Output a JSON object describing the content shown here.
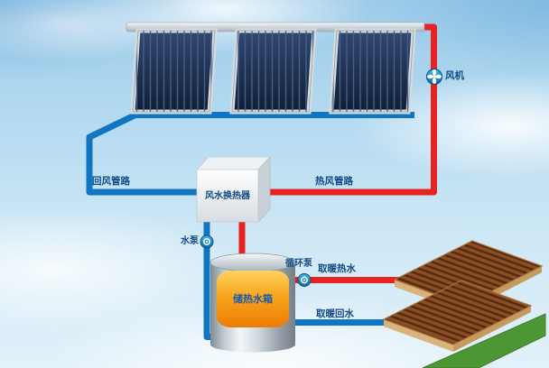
{
  "diagram": {
    "labels": {
      "fan": "风机",
      "return_air_pipe": "回风管路",
      "hot_air_pipe": "热风管路",
      "heat_exchanger": "风水换热器",
      "water_pump": "水泵",
      "circulation_pump": "循环泵",
      "storage_tank": "储热水箱",
      "heating_supply": "取暖热水",
      "heating_return": "取暖回水"
    },
    "colors": {
      "hot_pipe": "#e62320",
      "cold_pipe": "#1176c1",
      "label_text": "#104a86",
      "panel_dark": "#1b2a47",
      "tank_orange": "#f59300",
      "grass_green": "#4c9733",
      "wood_brown": "#8a4e24"
    }
  }
}
